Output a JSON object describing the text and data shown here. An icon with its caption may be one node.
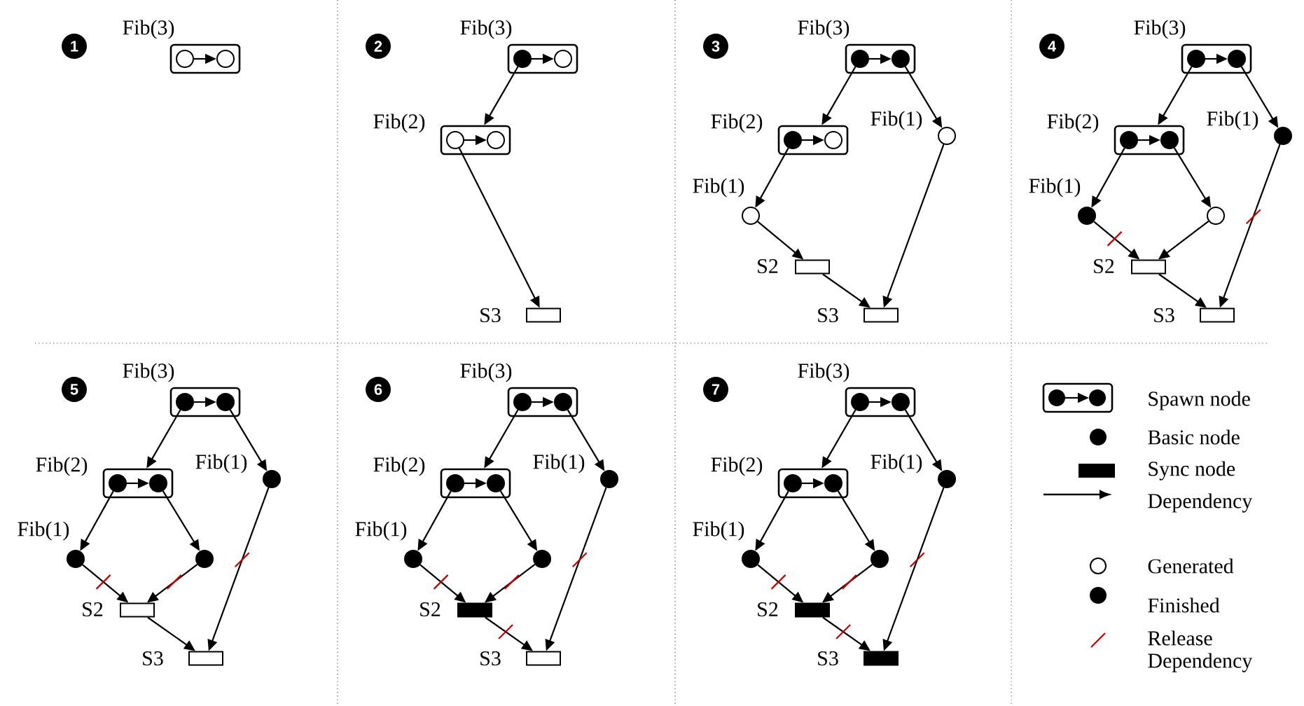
{
  "diagram": {
    "nodes": [
      {
        "text": [
          "Fib(3)"
        ]
      },
      {
        "text": [],
        "shape": "circle",
        "in": 0
      },
      {
        "text": [],
        "shape": "circle",
        "in": 0
      },
      {
        "text": [
          "Fib(3)"
        ]
      },
      {
        "text": [],
        "shape": "circle",
        "in": 3
      },
      {
        "text": [],
        "shape": "circle",
        "in": 3
      },
      {
        "text": [
          "Fib(2)"
        ]
      },
      {
        "text": [],
        "shape": "circle",
        "in": 6
      },
      {
        "text": [],
        "shape": "circle",
        "in": 6
      },
      {
        "text": [
          "S3"
        ]
      },
      {
        "text": [
          "Fib(3)"
        ]
      },
      {
        "text": [],
        "shape": "circle",
        "in": 10
      },
      {
        "text": [],
        "shape": "circle",
        "in": 10
      },
      {
        "text": [
          "Fib(2)"
        ]
      },
      {
        "text": [],
        "shape": "circle",
        "in": 13
      },
      {
        "text": [],
        "shape": "circle",
        "in": 13
      },
      {
        "text": [
          "Fib(1)"
        ]
      },
      {
        "text": [
          "Fib(1)"
        ]
      },
      {
        "text": [
          "S2"
        ]
      },
      {
        "text": [
          "S3"
        ]
      },
      {
        "text": [
          "Fib(3)"
        ]
      },
      {
        "text": [],
        "shape": "circle",
        "in": 20
      },
      {
        "text": [],
        "shape": "circle",
        "in": 20
      },
      {
        "text": [
          "Fib(2)"
        ]
      },
      {
        "text": [],
        "shape": "circle",
        "in": 23
      },
      {
        "text": [],
        "shape": "circle",
        "in": 23
      },
      {
        "text": [
          "Fib(1)"
        ]
      },
      {
        "text": [
          "Fib(1)"
        ]
      },
      {
        "text": [],
        "shape": "circle"
      },
      {
        "text": [
          "S2"
        ]
      },
      {
        "text": [
          "S3"
        ]
      },
      {
        "text": [
          "Fib(3)"
        ]
      },
      {
        "text": [],
        "shape": "circle",
        "in": 31
      },
      {
        "text": [],
        "shape": "circle",
        "in": 31
      },
      {
        "text": [
          "Fib(2)"
        ]
      },
      {
        "text": [],
        "shape": "circle",
        "in": 34
      },
      {
        "text": [],
        "shape": "circle",
        "in": 34
      },
      {
        "text": [
          "Fib(1)"
        ]
      },
      {
        "text": [
          "Fib(1)"
        ]
      },
      {
        "text": [],
        "shape": "circle"
      },
      {
        "text": [
          "S2"
        ]
      },
      {
        "text": [
          "S3"
        ]
      },
      {
        "text": [
          "Fib(3)"
        ]
      },
      {
        "text": [],
        "shape": "circle",
        "in": 42
      },
      {
        "text": [],
        "shape": "circle",
        "in": 42
      },
      {
        "text": [
          "Fib(2)"
        ]
      },
      {
        "text": [],
        "shape": "circle",
        "in": 45
      },
      {
        "text": [],
        "shape": "circle",
        "in": 45
      },
      {
        "text": [
          "Fib(1)"
        ]
      },
      {
        "text": [
          "Fib(1)"
        ]
      },
      {
        "text": [],
        "shape": "circle"
      },
      {
        "text": [
          "S2"
        ]
      },
      {
        "text": [
          "S3"
        ]
      },
      {
        "text": [
          "Fib(3)"
        ]
      },
      {
        "text": [],
        "shape": "circle",
        "in": 53
      },
      {
        "text": [],
        "shape": "circle",
        "in": 53
      },
      {
        "text": [
          "Fib(2)"
        ]
      },
      {
        "text": [],
        "shape": "circle",
        "in": 56
      },
      {
        "text": [],
        "shape": "circle",
        "in": 56
      },
      {
        "text": [
          "Fib(1)"
        ]
      },
      {
        "text": [
          "Fib(1)"
        ]
      },
      {
        "text": [],
        "shape": "circle"
      },
      {
        "text": [
          "S2"
        ]
      },
      {
        "text": [
          "S3"
        ]
      }
    ],
    "edges": [
      {
        "from": 1,
        "to": 2,
        "arrow": "to"
      },
      {
        "from": 4,
        "to": 5,
        "arrow": "to"
      },
      {
        "from": 4,
        "to": 6,
        "arrow": "to"
      },
      {
        "from": 7,
        "to": 8,
        "arrow": "to"
      },
      {
        "from": 7,
        "to": 9,
        "arrow": "to"
      },
      {
        "from": 11,
        "to": 12,
        "arrow": "to"
      },
      {
        "from": 11,
        "to": 13,
        "arrow": "to"
      },
      {
        "from": 12,
        "to": 16,
        "arrow": "to"
      },
      {
        "from": 14,
        "to": 15,
        "arrow": "to"
      },
      {
        "from": 14,
        "to": 17,
        "arrow": "to"
      },
      {
        "from": 17,
        "to": 18,
        "arrow": "to"
      },
      {
        "from": 18,
        "to": 19,
        "arrow": "to"
      },
      {
        "from": 16,
        "to": 19,
        "arrow": "to"
      },
      {
        "from": 21,
        "to": 22,
        "arrow": "to"
      },
      {
        "from": 21,
        "to": 23,
        "arrow": "to"
      },
      {
        "from": 22,
        "to": 26,
        "arrow": "to"
      },
      {
        "from": 24,
        "to": 25,
        "arrow": "to"
      },
      {
        "from": 24,
        "to": 27,
        "arrow": "to"
      },
      {
        "from": 25,
        "to": 28,
        "arrow": "to"
      },
      {
        "from": 27,
        "to": 29,
        "arrow": "to"
      },
      {
        "from": 28,
        "to": 29,
        "arrow": "to"
      },
      {
        "from": 29,
        "to": 30,
        "arrow": "to"
      },
      {
        "from": 26,
        "to": 30,
        "arrow": "to"
      },
      {
        "from": 32,
        "to": 33,
        "arrow": "to"
      },
      {
        "from": 32,
        "to": 34,
        "arrow": "to"
      },
      {
        "from": 33,
        "to": 37,
        "arrow": "to"
      },
      {
        "from": 35,
        "to": 36,
        "arrow": "to"
      },
      {
        "from": 35,
        "to": 38,
        "arrow": "to"
      },
      {
        "from": 36,
        "to": 39,
        "arrow": "to"
      },
      {
        "from": 38,
        "to": 40,
        "arrow": "to"
      },
      {
        "from": 39,
        "to": 40,
        "arrow": "to"
      },
      {
        "from": 40,
        "to": 41,
        "arrow": "to"
      },
      {
        "from": 37,
        "to": 41,
        "arrow": "to"
      },
      {
        "from": 43,
        "to": 44,
        "arrow": "to"
      },
      {
        "from": 43,
        "to": 45,
        "arrow": "to"
      },
      {
        "from": 44,
        "to": 48,
        "arrow": "to"
      },
      {
        "from": 46,
        "to": 47,
        "arrow": "to"
      },
      {
        "from": 46,
        "to": 49,
        "arrow": "to"
      },
      {
        "from": 47,
        "to": 50,
        "arrow": "to"
      },
      {
        "from": 49,
        "to": 51,
        "arrow": "to"
      },
      {
        "from": 50,
        "to": 51,
        "arrow": "to"
      },
      {
        "from": 51,
        "to": 52,
        "arrow": "to"
      },
      {
        "from": 48,
        "to": 52,
        "arrow": "to"
      },
      {
        "from": 54,
        "to": 55,
        "arrow": "to"
      },
      {
        "from": 54,
        "to": 56,
        "arrow": "to"
      },
      {
        "from": 55,
        "to": 59,
        "arrow": "to"
      },
      {
        "from": 57,
        "to": 58,
        "arrow": "to"
      },
      {
        "from": 57,
        "to": 60,
        "arrow": "to"
      },
      {
        "from": 58,
        "to": 61,
        "arrow": "to"
      },
      {
        "from": 60,
        "to": 62,
        "arrow": "to"
      },
      {
        "from": 61,
        "to": 62,
        "arrow": "to"
      },
      {
        "from": 62,
        "to": 63,
        "arrow": "to"
      },
      {
        "from": 59,
        "to": 63,
        "arrow": "to"
      }
    ],
    "labels": [
      "1",
      "2",
      "3",
      "4",
      "5",
      "6",
      "7"
    ],
    "legend": [
      {
        "text": "Spawn node"
      },
      {
        "text": "Basic node"
      },
      {
        "text": "Sync node",
        "color": "#000000"
      },
      {
        "text": "Dependency"
      },
      {
        "text": "Generated"
      },
      {
        "text": "Finished"
      },
      {
        "text": "Release Dependency"
      }
    ]
  }
}
